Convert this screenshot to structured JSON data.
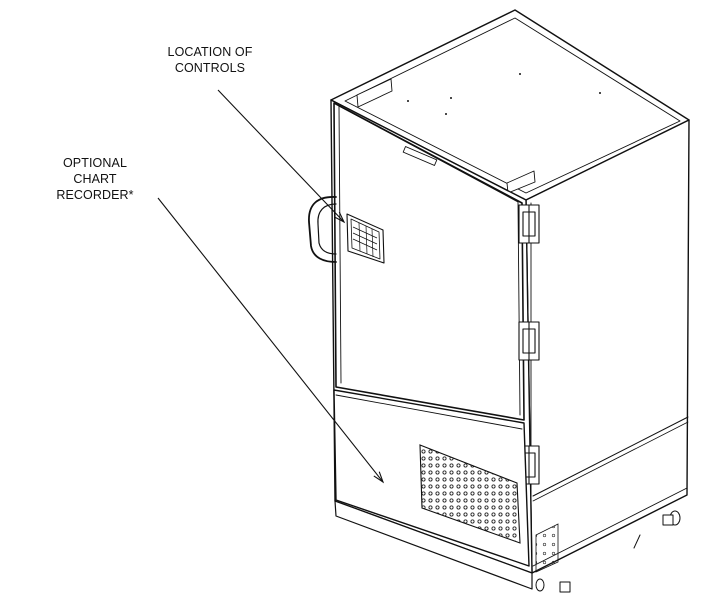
{
  "labels": {
    "controls": [
      "LOCATION OF",
      "CONTROLS"
    ],
    "chart_recorder": [
      "OPTIONAL",
      "CHART",
      "RECORDER*"
    ]
  },
  "colors": {
    "line": "#111111",
    "background": "#ffffff"
  }
}
